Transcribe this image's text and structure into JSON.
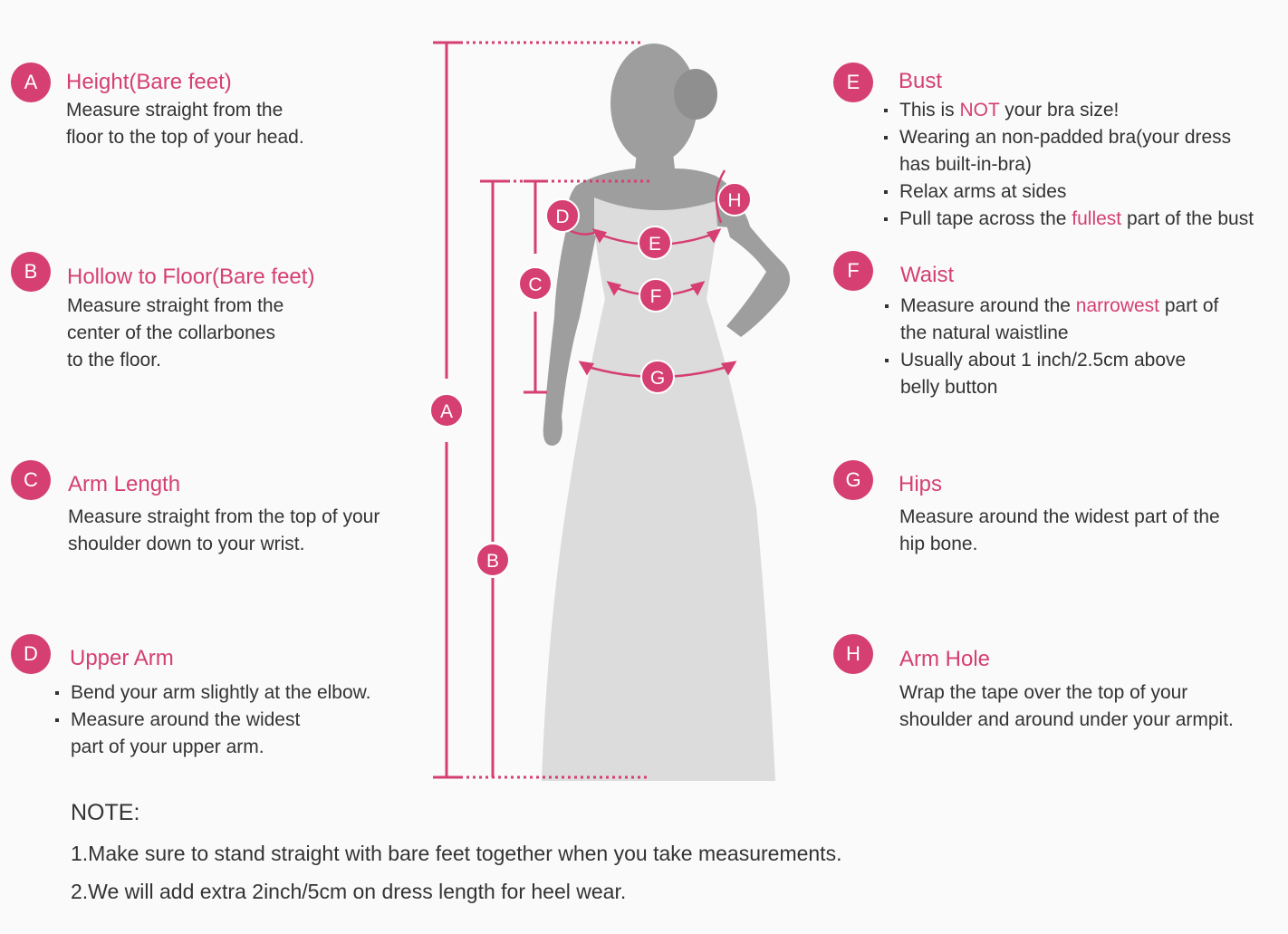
{
  "colors": {
    "accent": "#d53f72",
    "text": "#333333",
    "figure_dark": "#9e9e9e",
    "dress": "#dcdcdc",
    "background": "#fafafa"
  },
  "left": {
    "A": {
      "letter": "A",
      "title": "Height(Bare feet)",
      "lines": [
        "Measure straight from the",
        "floor to the top of your head."
      ]
    },
    "B": {
      "letter": "B",
      "title": "Hollow to Floor(Bare feet)",
      "lines": [
        "Measure straight from the",
        "center of the collarbones",
        "to the floor."
      ]
    },
    "C": {
      "letter": "C",
      "title": "Arm Length",
      "lines": [
        "Measure straight from the top of your",
        "shoulder down to your wrist."
      ]
    },
    "D": {
      "letter": "D",
      "title": "Upper Arm",
      "bullets": [
        "Bend your arm slightly at the elbow.",
        "Measure around the widest"
      ],
      "continuation": "part of your upper arm."
    }
  },
  "right": {
    "E": {
      "letter": "E",
      "title": "Bust",
      "b1": {
        "pre": "This is ",
        "hl": "NOT",
        "post": " your bra size!"
      },
      "b2": "Wearing an non-padded bra(your dress",
      "b2_cont": "has built-in-bra)",
      "b3": "Relax arms at sides",
      "b4": {
        "pre": "Pull tape across the ",
        "hl": "fullest",
        "post": " part of the bust"
      }
    },
    "F": {
      "letter": "F",
      "title": "Waist",
      "b1": {
        "pre": "Measure around the ",
        "hl": "narrowest",
        "post": " part of"
      },
      "b1_cont": "the natural waistline",
      "b2": "Usually about 1 inch/2.5cm above",
      "b2_cont": "belly button"
    },
    "G": {
      "letter": "G",
      "title": "Hips",
      "lines": [
        "Measure around the widest part of the",
        "hip bone."
      ]
    },
    "H": {
      "letter": "H",
      "title": "Arm Hole",
      "lines": [
        "Wrap the tape over the top of your",
        "shoulder and around under your armpit."
      ]
    }
  },
  "figure_labels": {
    "A": "A",
    "B": "B",
    "C": "C",
    "D": "D",
    "E": "E",
    "F": "F",
    "G": "G",
    "H": "H"
  },
  "note": {
    "title": "NOTE:",
    "line1": "1.Make sure to stand straight with bare feet together when you take measurements.",
    "line2": "2.We will add extra 2inch/5cm on dress length for heel wear."
  }
}
